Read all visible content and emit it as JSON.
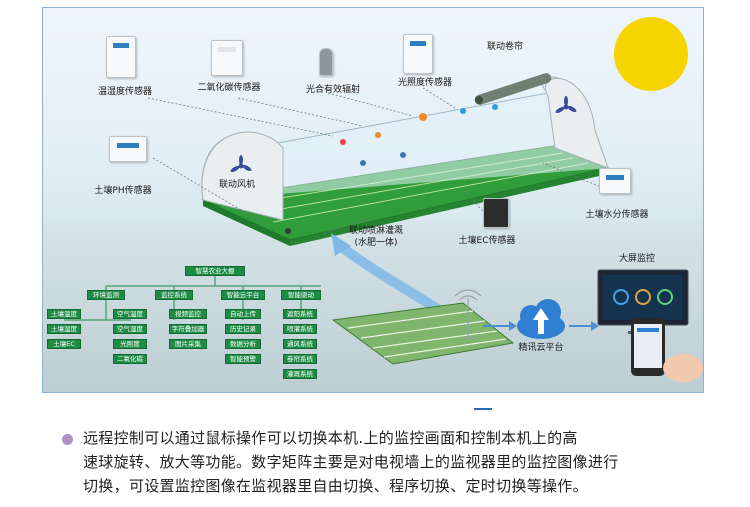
{
  "diagram": {
    "sensors": {
      "temp_humidity": "温湿度传感器",
      "co2": "二氧化碳传感器",
      "par": "光合有效辐射",
      "light": "光照度传感器",
      "soil_ph": "土壤PH传感器",
      "soil_moisture": "土壤水分传感器",
      "soil_ec": "土壤EC传感器"
    },
    "actuators": {
      "roller_curtain": "联动卷帘",
      "fan": "联动风机",
      "sprinkler_line1": "联动喷淋灌溉",
      "sprinkler_line2": "(水肥一体)"
    },
    "platform": {
      "big_screen": "大屏监控",
      "cloud": "精讯云平台"
    },
    "tree": {
      "root": "智慧农业大棚",
      "level1": [
        "环境监测",
        "监控系统",
        "智能云平台",
        "智能驱动"
      ],
      "env": [
        "土壤温度",
        "土壤湿度",
        "土壤EC"
      ],
      "air": [
        "空气温度",
        "空气湿度",
        "光照度",
        "二氧化碳"
      ],
      "monitor": [
        "视频监控",
        "字符叠加器",
        "图片采集"
      ],
      "cloud": [
        "自动上传",
        "历史记录",
        "数据分析",
        "智能预警"
      ],
      "drive": [
        "遮阳系统",
        "喷灌系统",
        "通风系统",
        "卷帘系统",
        "灌溉系统"
      ]
    },
    "colors": {
      "greenhouse_floor": "#2f9e3a",
      "tree_box": "#1f8c46",
      "sun": "#f5d400",
      "arrow": "#7eb8e6"
    }
  },
  "body_text": {
    "line1": "远程控制可以通过鼠标操作可以切换本机.上的监控画面和控制本机上的高",
    "line2": "速球旋转、放大等功能。数字矩阵主要是对电视墙上的监视器里的监控图像进行",
    "line3": "切换，可设置监控图像在监视器里自由切换、程序切换、定时切换等操作。"
  }
}
